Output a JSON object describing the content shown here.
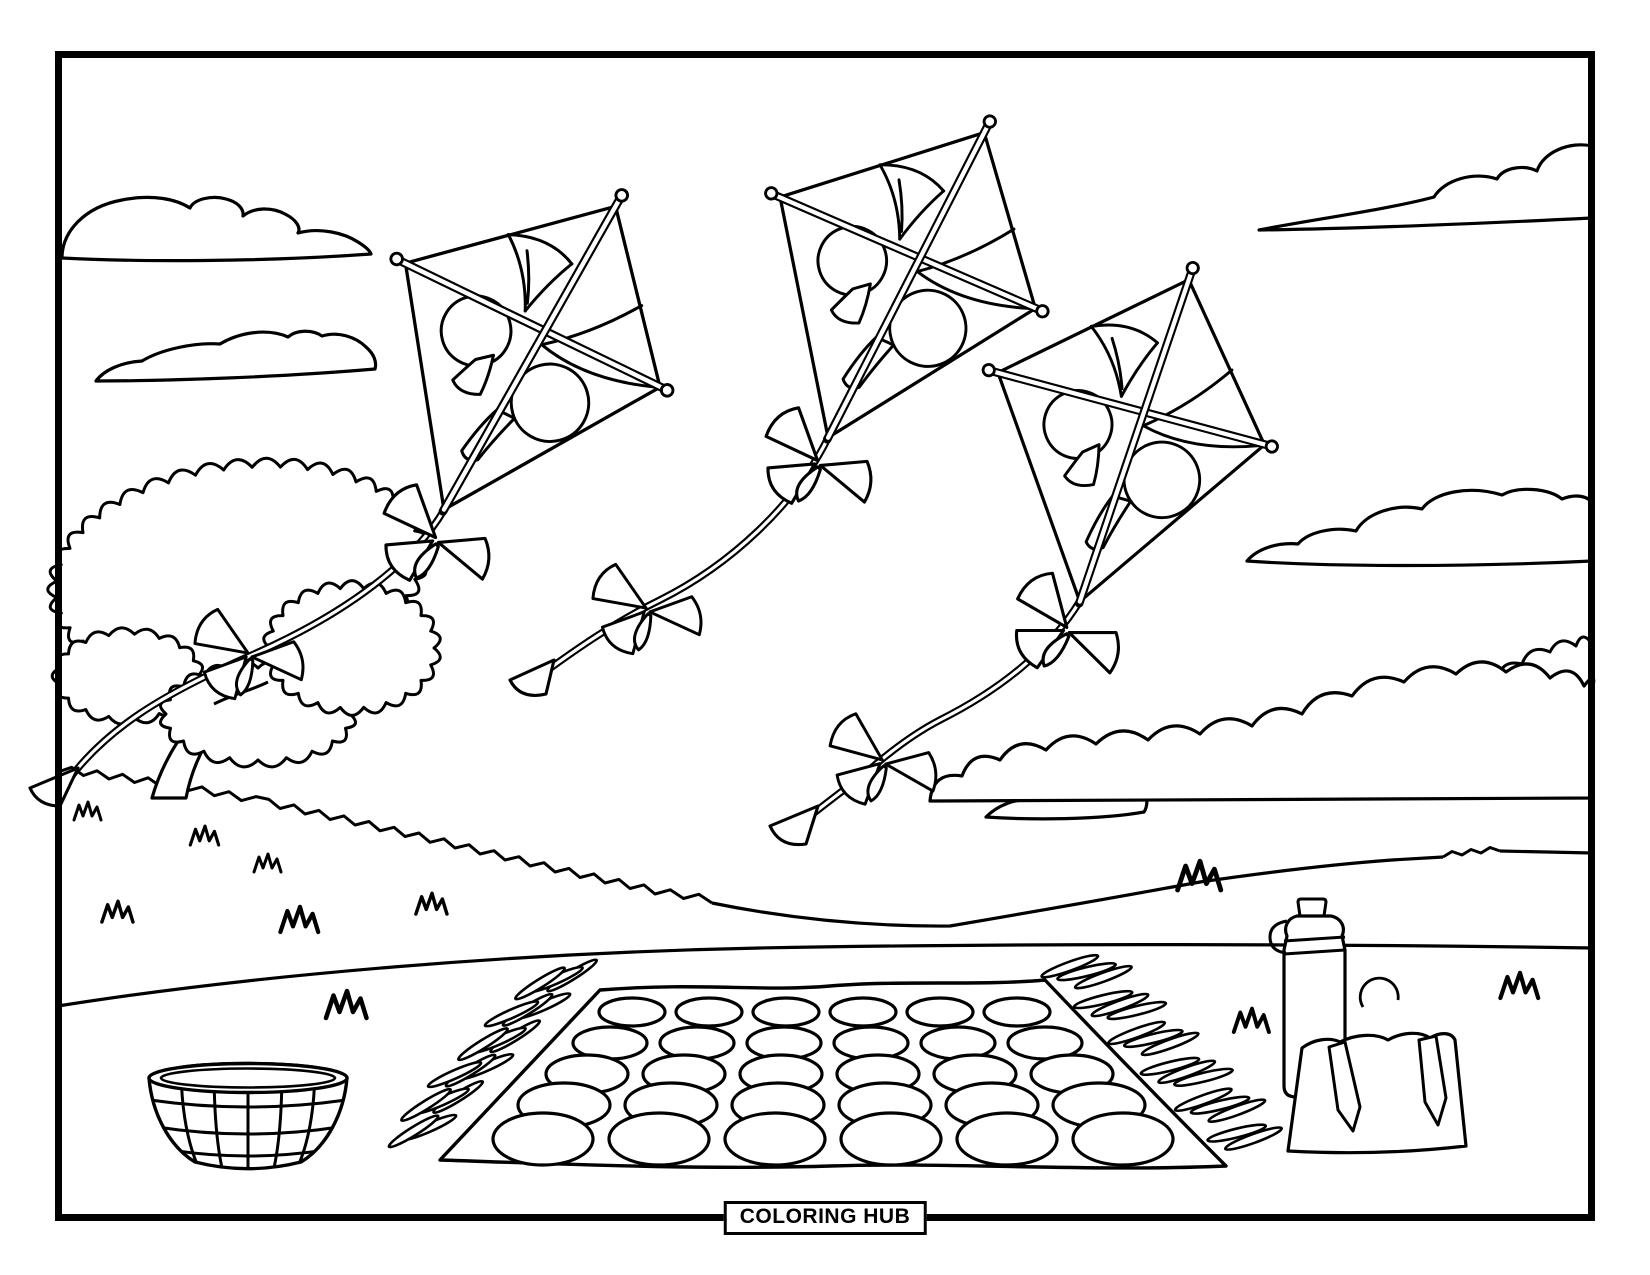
{
  "badge": {
    "label": "COLORING HUB"
  },
  "palette": {
    "line": "#000000",
    "background": "#ffffff"
  },
  "scene": {
    "type": "coloring-page",
    "subject": "Three diamond kites with bow-tie tails flying above a hillside picnic",
    "kite_count": 3,
    "cloud_count": 5,
    "tail_bow_count": 6,
    "objects": [
      "kite-left",
      "kite-middle",
      "kite-right",
      "kite-tails-with-bows",
      "tree",
      "clouds",
      "bushes",
      "rolling-hills",
      "grass-tufts",
      "picnic-blanket-with-circle-pattern",
      "fringed-blanket-edges",
      "picnic-basket",
      "water-bottle",
      "picnic-bag"
    ],
    "blanket_pattern": {
      "shape": "circles",
      "rows": 5,
      "columns": 6
    }
  }
}
